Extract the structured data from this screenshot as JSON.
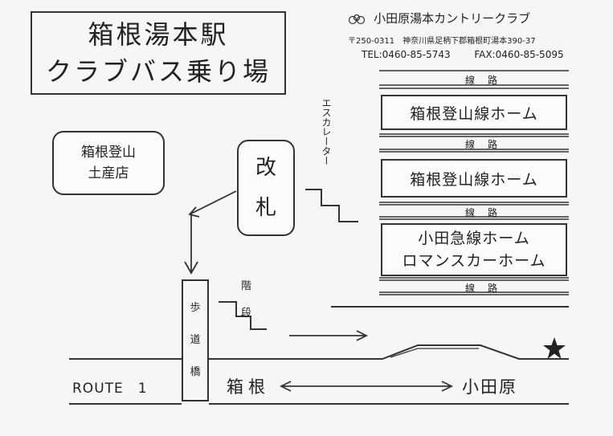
{
  "title": {
    "line1": "箱根湯本駅",
    "line2": "クラブバス乗り場"
  },
  "club": {
    "name": "小田原湯本カントリークラブ",
    "address": "〒250-0311　神奈川県足柄下郡箱根町湯本390-37",
    "tel": "TEL:0460-85-5743",
    "fax": "FAX:0460-85-5095"
  },
  "shop": {
    "line1": "箱根登山",
    "line2": "土産店"
  },
  "gate": {
    "char1": "改",
    "char2": "札"
  },
  "escalator": "エスカレーター",
  "tracks": [
    "線　路",
    "線　路",
    "線　路",
    "線　路"
  ],
  "platforms": [
    {
      "line1": "箱根登山線ホーム"
    },
    {
      "line1": "箱根登山線ホーム"
    },
    {
      "line1": "小田急線ホーム",
      "line2": "ロマンスカーホーム"
    }
  ],
  "footbridge": {
    "c1": "歩",
    "c2": "道",
    "c3": "橋"
  },
  "stairs": {
    "c1": "階",
    "c2": "段"
  },
  "road": {
    "route": "ROUTE　1",
    "hakone": "箱根",
    "odawara": "小田原"
  },
  "icons": {
    "bus_stop": "star-icon",
    "logo": "club-logo-icon"
  }
}
